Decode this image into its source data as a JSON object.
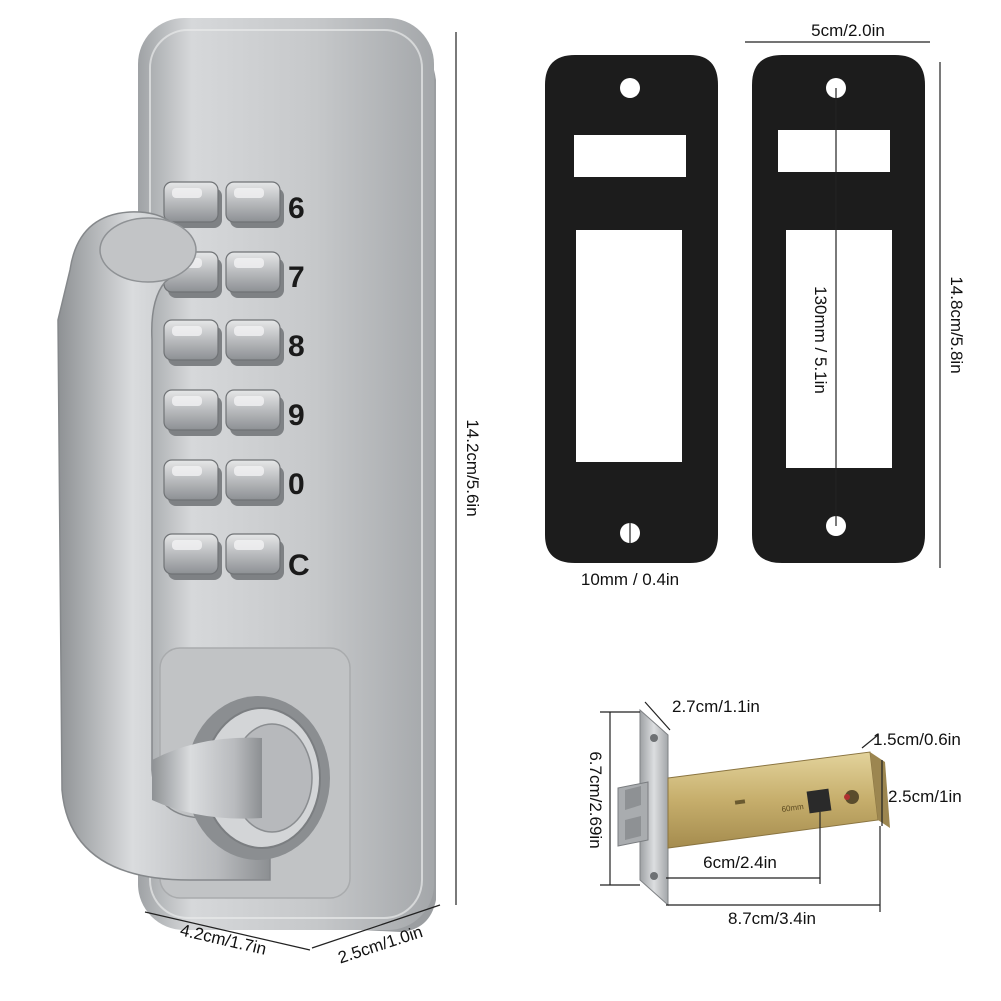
{
  "keypad": {
    "labels": [
      "6",
      "7",
      "8",
      "9",
      "0",
      "C"
    ]
  },
  "lock_dimensions": {
    "height": "14.2cm/5.6in",
    "width": "4.2cm/1.7in",
    "depth": "2.5cm/1.0in"
  },
  "plate_dimensions": {
    "width": "5cm/2.0in",
    "height": "14.8cm/5.8in",
    "hole_spacing": "130mm / 5.1in",
    "hole_size": "10mm / 0.4in"
  },
  "latch_dimensions": {
    "faceplate_width": "2.7cm/1.1in",
    "faceplate_height": "6.7cm/2.69in",
    "bolt_thickness": "1.5cm/0.6in",
    "bolt_height": "2.5cm/1in",
    "backset": "6cm/2.4in",
    "total_length": "8.7cm/3.4in",
    "stamp": "60mm"
  },
  "colors": {
    "lock_body": "#c9cbcd",
    "plate": "#1c1c1c",
    "latch_brass": "#c9b478",
    "latch_steel": "#b7b9bb"
  }
}
